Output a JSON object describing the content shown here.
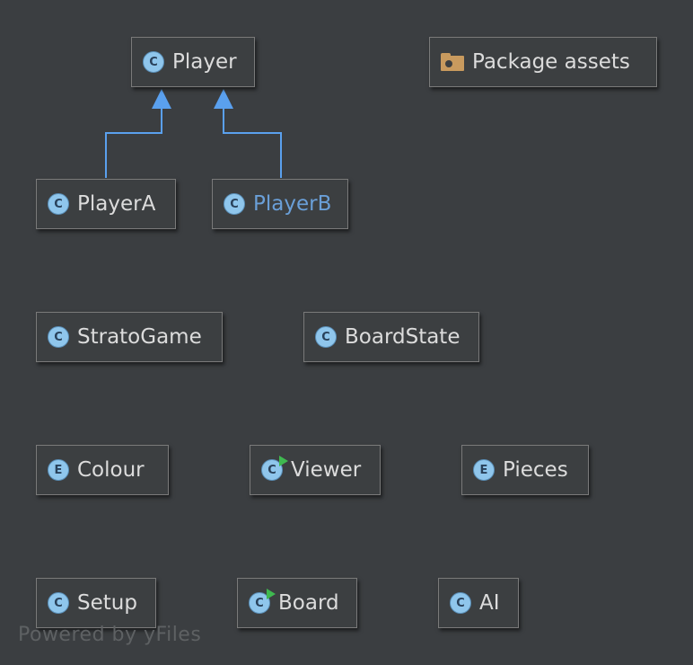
{
  "nodes": {
    "player": {
      "kind": "C",
      "label": "Player"
    },
    "package_assets": {
      "kind": "package",
      "label": "Package assets"
    },
    "playerA": {
      "kind": "C",
      "label": "PlayerA"
    },
    "playerB": {
      "kind": "C",
      "label": "PlayerB",
      "selected": true
    },
    "stratogame": {
      "kind": "C",
      "label": "StratoGame"
    },
    "boardstate": {
      "kind": "C",
      "label": "BoardState"
    },
    "colour": {
      "kind": "E",
      "label": "Colour"
    },
    "viewer": {
      "kind": "C",
      "label": "Viewer",
      "runnable": true
    },
    "pieces": {
      "kind": "E",
      "label": "Pieces"
    },
    "setup": {
      "kind": "C",
      "label": "Setup"
    },
    "board": {
      "kind": "C",
      "label": "Board",
      "runnable": true
    },
    "ai": {
      "kind": "C",
      "label": "AI"
    }
  },
  "edges": [
    {
      "from": "playerA",
      "to": "player",
      "type": "inheritance"
    },
    {
      "from": "playerB",
      "to": "player",
      "type": "inheritance"
    }
  ],
  "colors": {
    "background": "#3b3e41",
    "node_fill": "#3c3f41",
    "node_border": "#7a7a7a",
    "edge": "#5aa0ee",
    "class_badge": "#8fc6ec",
    "run_mark": "#3fb950",
    "selected_text": "#6a9fd8",
    "package_icon": "#c89a5e"
  },
  "watermark": "Powered by yFiles"
}
